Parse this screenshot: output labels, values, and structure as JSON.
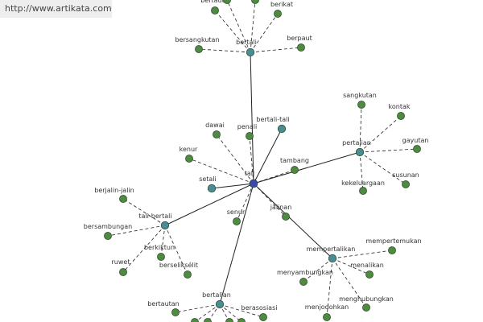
{
  "banner": {
    "url": "http://www.artikata.com"
  },
  "colors": {
    "hub": "#3b4aa8",
    "branch": "#4a8c94",
    "leaf": "#4e8a3f",
    "edge": "#222222"
  },
  "graph": {
    "center": {
      "label": "tali"
    },
    "branches": [
      {
        "label": "bertali",
        "leaves": [
          "bertaut",
          "berikat",
          "bersangkutan",
          "berpaut",
          "",
          ""
        ]
      },
      {
        "label": "pertalian",
        "leaves": [
          "sangkutan",
          "kontak",
          "gayutan",
          "susunan",
          "kekeluargaan"
        ]
      },
      {
        "label": "tali-bertali",
        "leaves": [
          "berjalin-jalin",
          "bersambungan",
          "ruwet",
          "berseliksélit",
          "berkiktun"
        ]
      },
      {
        "label": "mempertalikan",
        "leaves": [
          "mempertemukan",
          "menalikan",
          "menghubungkan",
          "menjodohkan",
          "menyambungkan"
        ]
      },
      {
        "label": "bertalian",
        "leaves": [
          "bertautan",
          "berasosiasi",
          "",
          "",
          "",
          ""
        ]
      },
      {
        "label": "bertali-tali",
        "leaves": []
      },
      {
        "label": "setali",
        "leaves": []
      }
    ],
    "leaves": [
      {
        "label": "dawai"
      },
      {
        "label": "penali"
      },
      {
        "label": "kenur"
      },
      {
        "label": "tambang"
      },
      {
        "label": "senur"
      },
      {
        "label": "jalinan"
      }
    ]
  }
}
